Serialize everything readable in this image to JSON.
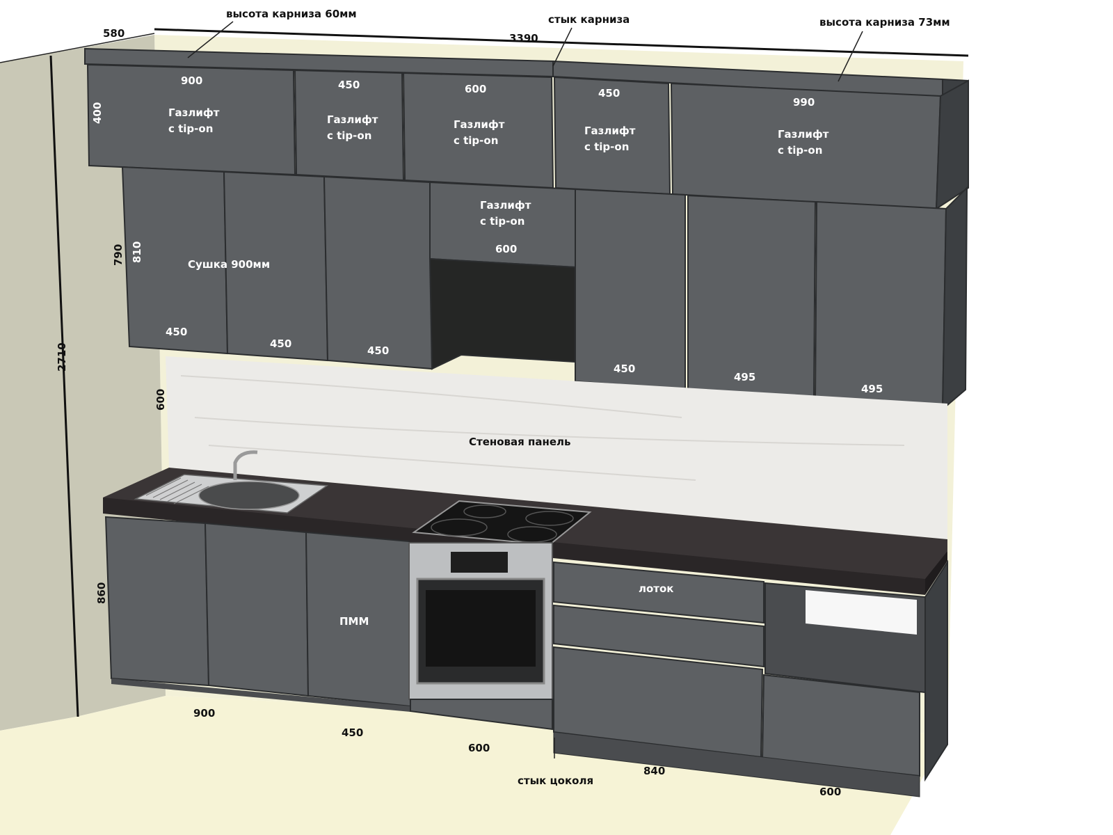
{
  "colors": {
    "cabinet": "#5d6063",
    "cabinet_side": "#3c3f42",
    "wall": "#f3f1d8",
    "left_wall": "#c9c8b6",
    "floor": "#f6f3d6",
    "countertop": "#3a3536",
    "backsplash": "#ecebe8",
    "label_dark": "#111111",
    "label_light": "#ffffff"
  },
  "callouts": {
    "cornice_height_left": "высота карниза 60мм",
    "cornice_joint": "стык карниза",
    "cornice_height_right": "высота карниза 73мм",
    "plinth_joint": "стык цоколя",
    "wall_panel": "Стеновая панель"
  },
  "overall": {
    "depth": "580",
    "total_width": "3390",
    "total_height": "2710"
  },
  "upper_row": {
    "height": "400",
    "lift_line1": "Газлифт",
    "lift_line2": "с tip-on",
    "widths": [
      "900",
      "450",
      "600",
      "450",
      "990"
    ]
  },
  "middle_row": {
    "height_outer": "790",
    "height_inner": "810",
    "dryer": "Сушка 900мм",
    "hood_width": "600",
    "widths": [
      "450",
      "450",
      "450",
      "450",
      "495",
      "495"
    ]
  },
  "backsplash_height": "600",
  "base_row": {
    "height": "860",
    "dishwasher": "ПММ",
    "tray": "лоток",
    "widths": [
      "900",
      "450",
      "600",
      "840",
      "600"
    ]
  }
}
